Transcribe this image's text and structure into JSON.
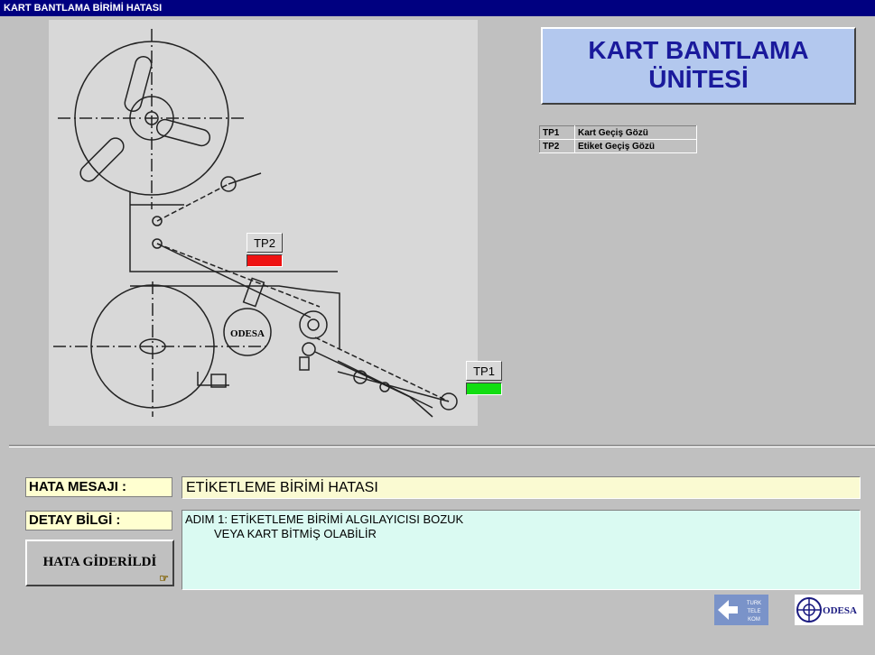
{
  "window": {
    "title": "KART BANTLAMA BİRİMİ HATASI"
  },
  "brand": {
    "line1": "KART BANTLAMA",
    "line2": "ÜNİTESİ"
  },
  "diagram": {
    "center_label": "ODESA",
    "sensors": [
      {
        "id": "TP2",
        "state": "error",
        "color": "#ee1111"
      },
      {
        "id": "TP1",
        "state": "ok",
        "color": "#11dd11"
      }
    ]
  },
  "legend": [
    {
      "code": "TP1",
      "desc": "Kart Geçiş Gözü"
    },
    {
      "code": "TP2",
      "desc": "Etiket Geçiş Gözü"
    }
  ],
  "error": {
    "message_label": "HATA MESAJI   :",
    "message": "ETİKETLEME BİRİMİ HATASI",
    "detail_label": "DETAY BİLGİ    :",
    "detail_line1": "ADIM 1: ETİKETLEME BİRİMİ ALGILAYICISI BOZUK",
    "detail_line2": "VEYA KART BİTMİŞ OLABİLİR",
    "resolve_button": "HATA GİDERİLDİ"
  },
  "logos": {
    "turk_telekom": {
      "line1": "TURK",
      "line2": "TELE",
      "line3": "KOM"
    },
    "odesa": "ODESA"
  }
}
